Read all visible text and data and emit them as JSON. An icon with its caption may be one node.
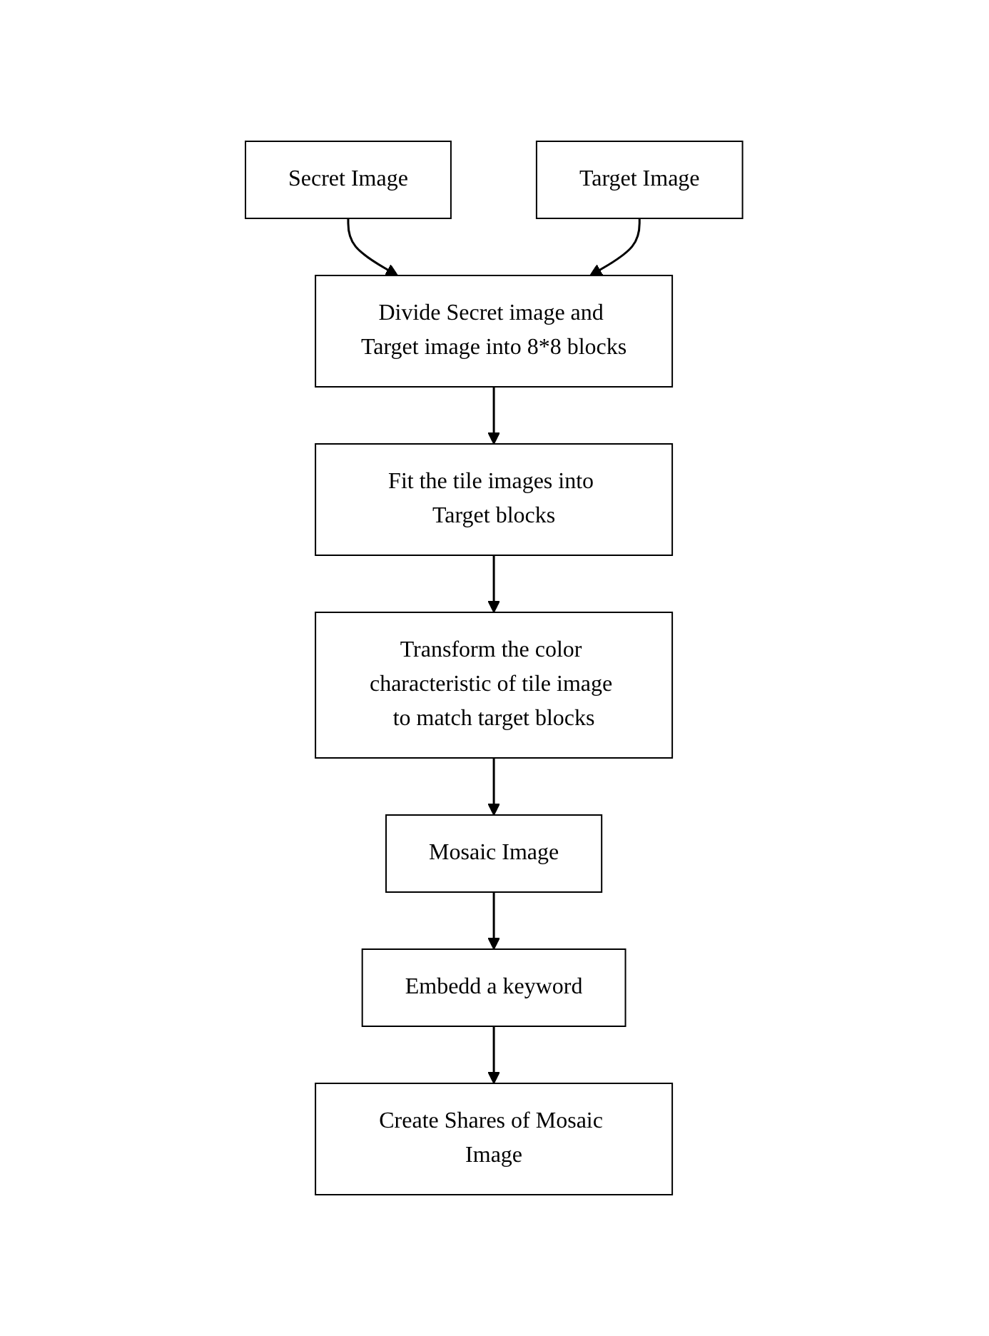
{
  "diagram": {
    "nodes": [
      {
        "text": [
          "Secret Image"
        ]
      },
      {
        "text": [
          "Divide Secret image and Target image into 8*8 blocks"
        ]
      },
      {
        "text": [
          "Target Image"
        ]
      },
      {
        "text": [
          "Fit the tile images into Target blocks"
        ]
      },
      {
        "text": [
          "Transform the color characteristic of tile image to match target blocks"
        ]
      },
      {
        "text": [
          "Mosaic Image"
        ]
      },
      {
        "text": [
          "Embedd a keyword"
        ]
      },
      {
        "text": [
          "Create Shares of Mosaic Image"
        ]
      }
    ],
    "edges": [
      {
        "from": 0,
        "to": 1,
        "arrow": "to"
      },
      {
        "from": 2,
        "to": 1,
        "arrow": "to"
      },
      {
        "from": 1,
        "to": 3,
        "arrow": "to"
      },
      {
        "from": 3,
        "to": 4,
        "arrow": "to"
      },
      {
        "from": 4,
        "to": 5,
        "arrow": "to"
      },
      {
        "from": 5,
        "to": 6,
        "arrow": "to"
      },
      {
        "from": 6,
        "to": 7,
        "arrow": "to"
      }
    ]
  }
}
